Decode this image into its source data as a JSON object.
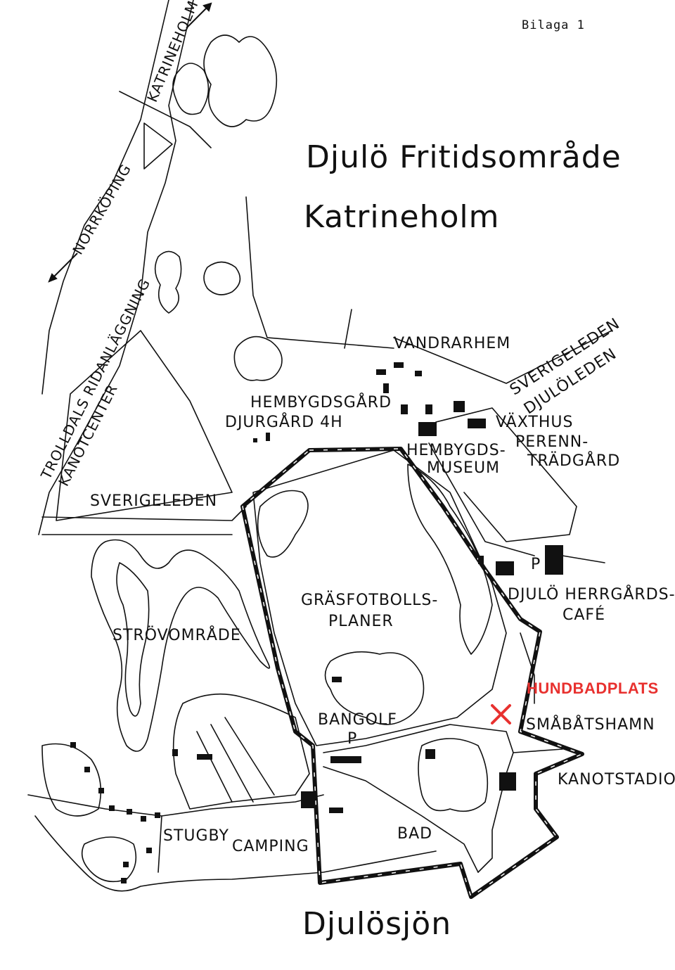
{
  "header": {
    "attachment": "Bilaga 1"
  },
  "title": "Djulö Fritidsområde",
  "subtitle": "Katrineholm",
  "lake": "Djulösjön",
  "labels": {
    "katrineholm_road": "KATRINEHOLM",
    "norrkoping_road": "NORRKÖPING",
    "trolldals": "TROLLDALS RIDANLÄGGNING",
    "kanotcenter": "KANOTCENTER",
    "sverigeleden_west": "SVERIGELEDEN",
    "vandrarhem": "VANDRARHEM",
    "sverigeleden_east": "SVERIGELEDEN",
    "djuloleden": "DJULÖLEDEN",
    "hembygdsgard": "HEMBYGDSGÅRD",
    "djurgard": "DJURGÅRD 4H",
    "vaxthus": "VÄXTHUS",
    "perenn": "PERENN-",
    "tradgard": "TRÄDGÅRD",
    "hembygds": "HEMBYGDS-",
    "museum": "MUSEUM",
    "parking_north": "P",
    "cafe_1": "DJULÖ HERRGÅRDS-",
    "cafe_2": "CAFÉ",
    "grasfotbolls": "GRÄSFOTBOLLS-",
    "planer": "PLANER",
    "strovomrade": "STRÖVOMRÅDE",
    "hundbadplats": "HUNDBADPLATS",
    "bangolf": "BANGOLF",
    "parking_south": "P",
    "smabatshamn": "SMÅBÅTSHAMN",
    "kanotstadion": "KANOTSTADION",
    "stugby": "STUGBY",
    "camping": "CAMPING",
    "bad": "BAD"
  },
  "colors": {
    "ink": "#111111",
    "marker": "#e8312f",
    "background": "#ffffff"
  },
  "icons": {
    "dog_bath_marker": "red-x-marker",
    "arrow": "arrow-icon"
  }
}
